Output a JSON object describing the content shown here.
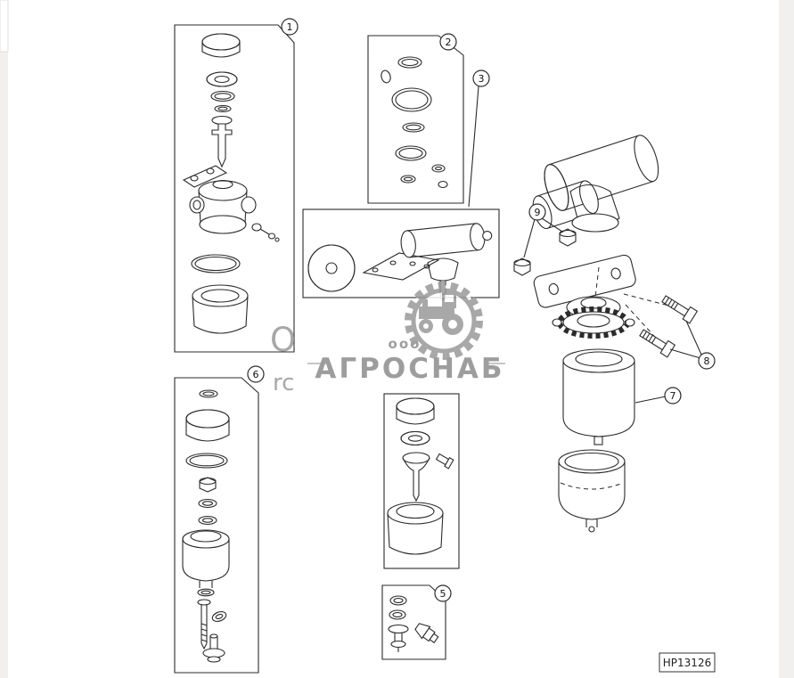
{
  "callouts": {
    "c1": "1",
    "c2": "2",
    "c3": "3",
    "c5": "5",
    "c6": "6",
    "c7": "7",
    "c8": "8",
    "c9": "9"
  },
  "watermark": {
    "company": "АГРОСНАБ",
    "prefix": "ooo",
    "fragment_top": "O",
    "fragment_bottom": "rc"
  },
  "footer": {
    "part_code": "HP13126"
  },
  "colors": {
    "line": "#2b2b2b",
    "watermark": "#8d8d8d",
    "edge": "#f2f0ee",
    "background": "#ffffff"
  }
}
